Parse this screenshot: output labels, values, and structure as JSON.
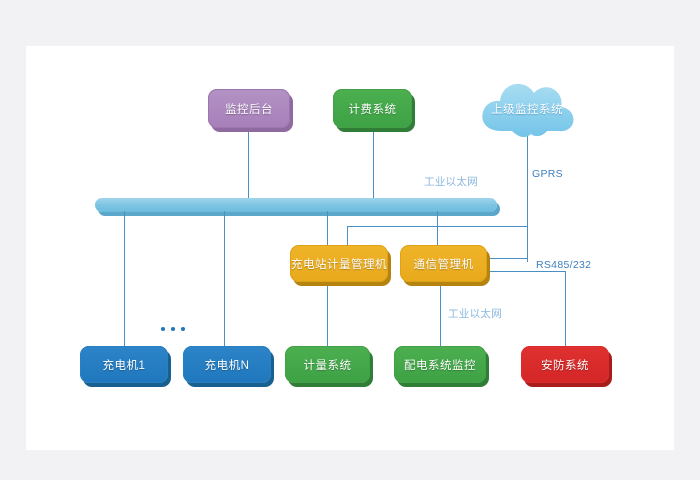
{
  "canvas": {
    "background": "#f2f2f5",
    "sheet_color": "#ffffff"
  },
  "palette": {
    "purple": "#a77fba",
    "green": "#3da245",
    "orange": "#e8a91c",
    "blue": "#1f77bd",
    "red": "#d42626",
    "cloud": "#8ed3ef",
    "bus": "#7cc4e2",
    "wire": "#4a90c4",
    "label_light": "#8ab6dd",
    "label_strong": "#3d7fbd"
  },
  "nodes": {
    "monitoring_backend": {
      "label": "监控后台",
      "color": "purple"
    },
    "billing_system": {
      "label": "计费系统",
      "color": "green"
    },
    "superior_monitoring": {
      "label": "上级监控系统",
      "color": "cloud"
    },
    "station_metering_manager": {
      "label": "充电站计量管理机",
      "color": "orange"
    },
    "communication_manager": {
      "label": "通信管理机",
      "color": "orange"
    },
    "charger_1": {
      "label": "充电机1",
      "color": "blue"
    },
    "charger_n": {
      "label": "充电机N",
      "color": "blue"
    },
    "metering_system": {
      "label": "计量系统",
      "color": "green"
    },
    "distribution_monitoring": {
      "label": "配电系统监控",
      "color": "green"
    },
    "security_system": {
      "label": "安防系统",
      "color": "red"
    }
  },
  "links": {
    "industrial_ethernet_top": "工业以太网",
    "gprs": "GPRS",
    "rs485_232": "RS485/232",
    "industrial_ethernet_bottom": "工业以太网"
  },
  "ellipsis": "• • •"
}
